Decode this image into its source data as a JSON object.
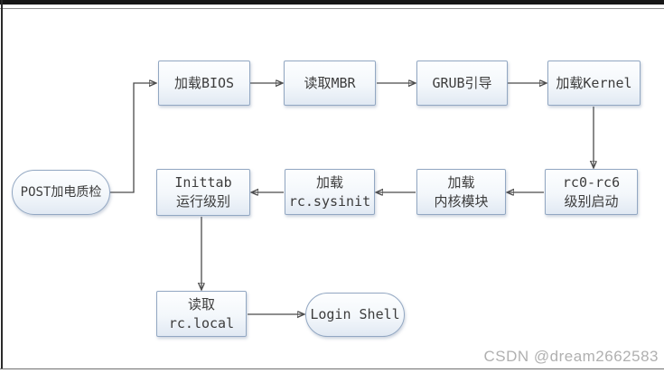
{
  "diagram": {
    "description": "Linux boot process flowchart",
    "nodes": {
      "post": {
        "label": "POST加电质检",
        "shape": "stadium"
      },
      "bios": {
        "label": "加载BIOS",
        "shape": "rect"
      },
      "mbr": {
        "label": "读取MBR",
        "shape": "rect"
      },
      "grub": {
        "label": "GRUB引导",
        "shape": "rect"
      },
      "kernel": {
        "label": "加载Kernel",
        "shape": "rect"
      },
      "rc06": {
        "line1": "rc0-rc6",
        "line2": "级别启动",
        "shape": "rect"
      },
      "kmod": {
        "line1": "加载",
        "line2": "内核模块",
        "shape": "rect"
      },
      "sysinit": {
        "line1": "加载",
        "line2": "rc.sysinit",
        "shape": "rect"
      },
      "inittab": {
        "line1": "Inittab",
        "line2": "运行级别",
        "shape": "rect"
      },
      "rclocal": {
        "line1": "读取",
        "line2": "rc.local",
        "shape": "rect"
      },
      "login": {
        "label": "Login Shell",
        "shape": "stadium"
      }
    },
    "edges": [
      {
        "from": "post",
        "to": "bios"
      },
      {
        "from": "bios",
        "to": "mbr"
      },
      {
        "from": "mbr",
        "to": "grub"
      },
      {
        "from": "grub",
        "to": "kernel"
      },
      {
        "from": "kernel",
        "to": "rc06"
      },
      {
        "from": "rc06",
        "to": "kmod"
      },
      {
        "from": "kmod",
        "to": "sysinit"
      },
      {
        "from": "sysinit",
        "to": "inittab"
      },
      {
        "from": "inittab",
        "to": "rclocal"
      },
      {
        "from": "rclocal",
        "to": "login"
      }
    ]
  },
  "watermark": "CSDN @dream2662583",
  "colors": {
    "node_border": "#92a7c2",
    "node_fill_top": "#fdfeff",
    "node_fill_bottom": "#e1e9f3",
    "arrow": "#4a4a4a",
    "text": "#3c3c3c",
    "watermark": "#b0b0b0",
    "frame": "#161616"
  }
}
